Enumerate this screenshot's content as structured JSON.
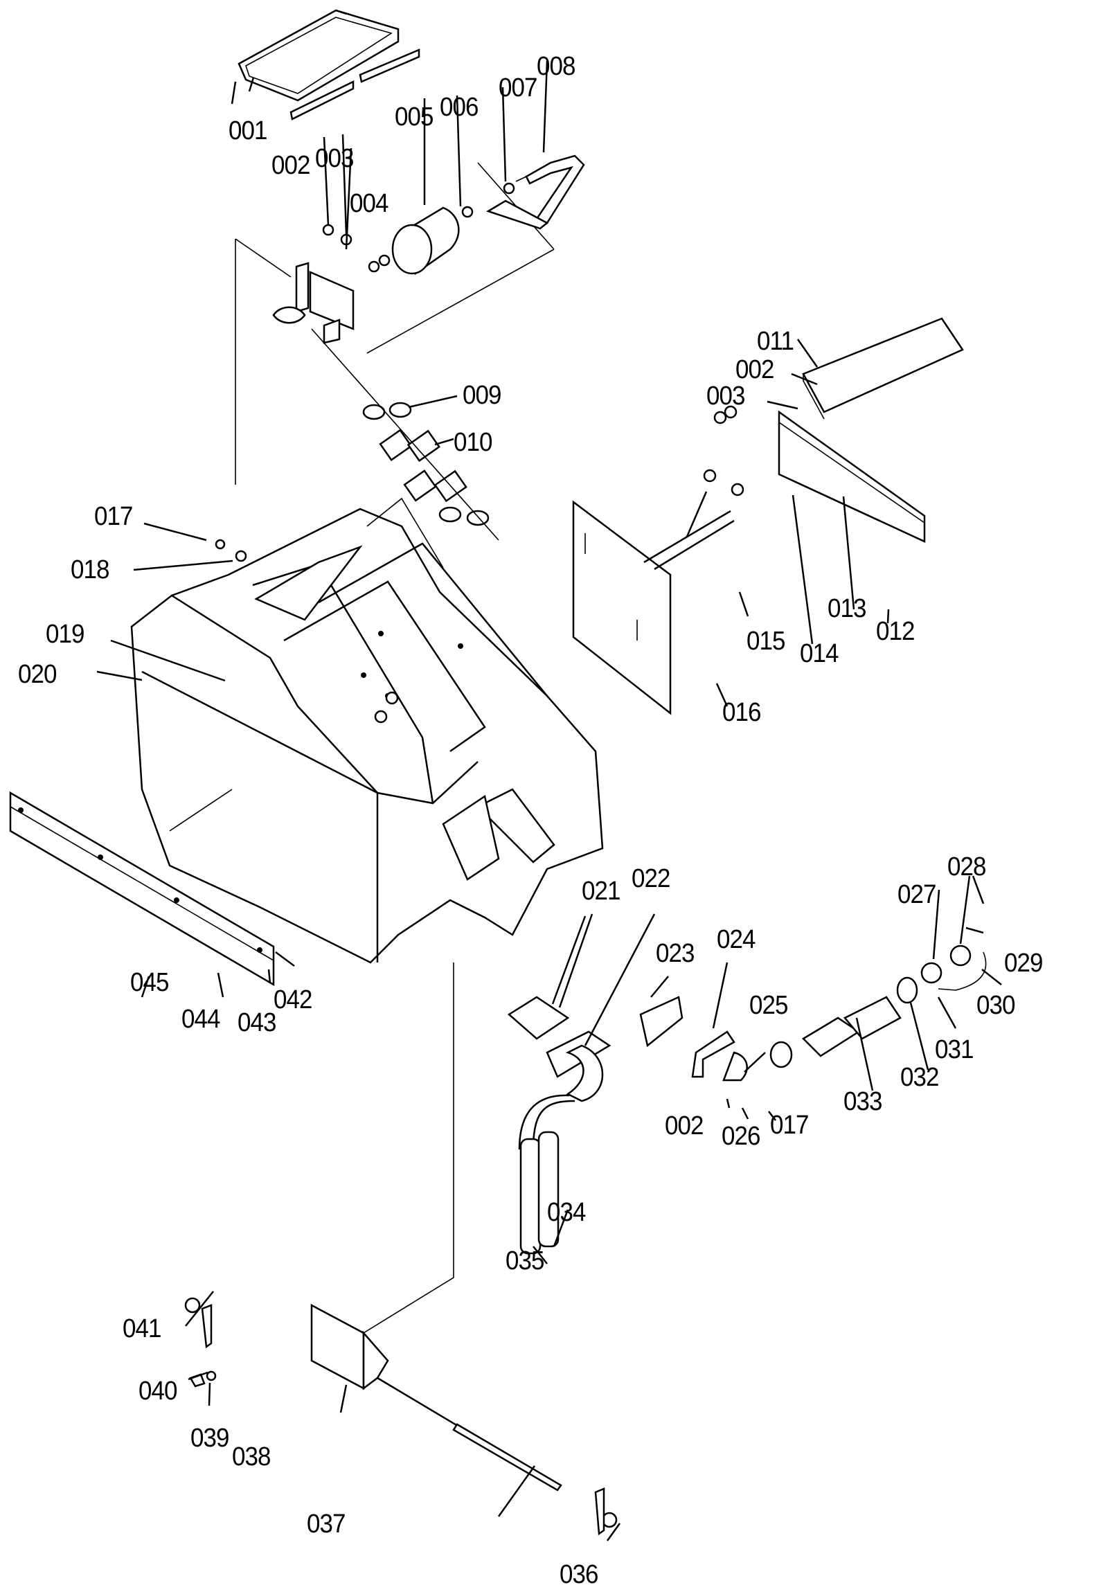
{
  "diagram": {
    "type": "exploded-parts-diagram",
    "labels": [
      {
        "id": "001",
        "text": "001"
      },
      {
        "id": "002a",
        "text": "002"
      },
      {
        "id": "003a",
        "text": "003"
      },
      {
        "id": "004",
        "text": "004"
      },
      {
        "id": "005",
        "text": "005"
      },
      {
        "id": "006",
        "text": "006"
      },
      {
        "id": "007",
        "text": "007"
      },
      {
        "id": "008",
        "text": "008"
      },
      {
        "id": "009",
        "text": "009"
      },
      {
        "id": "010",
        "text": "010"
      },
      {
        "id": "011",
        "text": "011"
      },
      {
        "id": "002b",
        "text": "002"
      },
      {
        "id": "003b",
        "text": "003"
      },
      {
        "id": "012",
        "text": "012"
      },
      {
        "id": "013",
        "text": "013"
      },
      {
        "id": "014",
        "text": "014"
      },
      {
        "id": "015",
        "text": "015"
      },
      {
        "id": "016",
        "text": "016"
      },
      {
        "id": "017a",
        "text": "017"
      },
      {
        "id": "018",
        "text": "018"
      },
      {
        "id": "019",
        "text": "019"
      },
      {
        "id": "020",
        "text": "020"
      },
      {
        "id": "021",
        "text": "021"
      },
      {
        "id": "022",
        "text": "022"
      },
      {
        "id": "023",
        "text": "023"
      },
      {
        "id": "024",
        "text": "024"
      },
      {
        "id": "025",
        "text": "025"
      },
      {
        "id": "026",
        "text": "026"
      },
      {
        "id": "002c",
        "text": "002"
      },
      {
        "id": "017b",
        "text": "017"
      },
      {
        "id": "027",
        "text": "027"
      },
      {
        "id": "028",
        "text": "028"
      },
      {
        "id": "029",
        "text": "029"
      },
      {
        "id": "030",
        "text": "030"
      },
      {
        "id": "031",
        "text": "031"
      },
      {
        "id": "032",
        "text": "032"
      },
      {
        "id": "033",
        "text": "033"
      },
      {
        "id": "034",
        "text": "034"
      },
      {
        "id": "035",
        "text": "035"
      },
      {
        "id": "036",
        "text": "036"
      },
      {
        "id": "037",
        "text": "037"
      },
      {
        "id": "038",
        "text": "038"
      },
      {
        "id": "039",
        "text": "039"
      },
      {
        "id": "040",
        "text": "040"
      },
      {
        "id": "041",
        "text": "041"
      },
      {
        "id": "042",
        "text": "042"
      },
      {
        "id": "043",
        "text": "043"
      },
      {
        "id": "044",
        "text": "044"
      },
      {
        "id": "045",
        "text": "045"
      }
    ]
  }
}
